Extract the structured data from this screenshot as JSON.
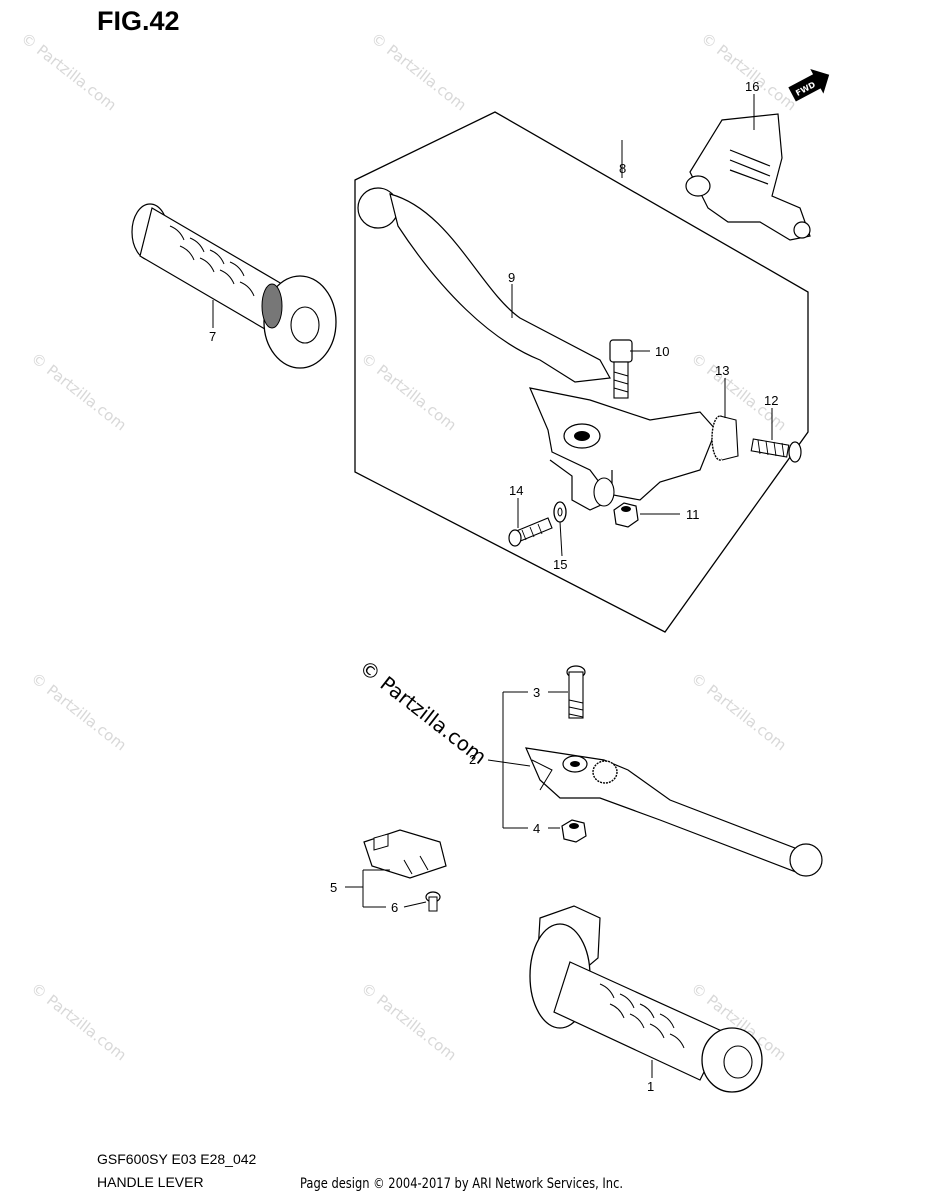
{
  "figure": {
    "title": "FIG.42"
  },
  "fwd_label": "FWD",
  "callouts": {
    "c1": "1",
    "c2": "2",
    "c3": "3",
    "c4": "4",
    "c5": "5",
    "c6": "6",
    "c7": "7",
    "c8": "8",
    "c9": "9",
    "c10": "10",
    "c11": "11",
    "c12": "12",
    "c13": "13",
    "c14": "14",
    "c15": "15",
    "c16": "16"
  },
  "watermark": {
    "small": "© Partzilla.com",
    "large": "© Partzilla.com"
  },
  "footer": {
    "model_code": "GSF600SY E03 E28_042",
    "section_name": "HANDLE LEVER",
    "credit": "Page design © 2004-2017 by ARI Network Services, Inc."
  }
}
